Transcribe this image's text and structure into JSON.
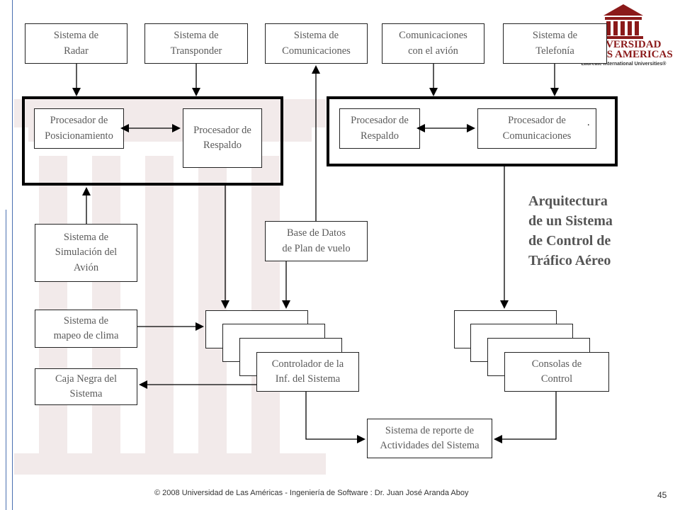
{
  "logo": {
    "line1": "UNIVERSIDAD",
    "line2": "DE LAS AMERICAS",
    "line3": "Laureate International Universities®"
  },
  "boxes": {
    "radar": "Sistema de\nRadar",
    "transponder": "Sistema de\nTransponder",
    "comunicaciones": "Sistema de\nComunicaciones",
    "com_avion": "Comunicaciones\ncon el avión",
    "telefonia": "Sistema de\nTelefonía",
    "proc_posicionamiento": "Procesador de\nPosicionamiento",
    "proc_respaldo_left": "Procesador de\nRespaldo",
    "proc_respaldo_right": "Procesador de\nRespaldo",
    "proc_comunicaciones": "Procesador de\nComunicaciones",
    "simulacion": "Sistema de\nSimulación del\nAvión",
    "base_datos": "Base de Datos\nde Plan de vuelo",
    "mapeo_clima": "Sistema de\nmapeo de clima",
    "caja_negra": "Caja Negra del\nSistema",
    "controlador": "Controlador de la\nInf. del Sistema",
    "consolas": "Consolas de\nControl",
    "reporte": "Sistema de reporte de\nActividades del Sistema"
  },
  "title": "Arquitectura\nde un Sistema\nde Control de\nTráfico Aéreo",
  "footer": "© 2008 Universidad de  Las Américas  - Ingeniería de Software : Dr. Juan José Aranda Aboy",
  "page_number": "45",
  "colors": {
    "logo_red": "#8b1a1a",
    "accent_blue": "#4a6fb0"
  }
}
